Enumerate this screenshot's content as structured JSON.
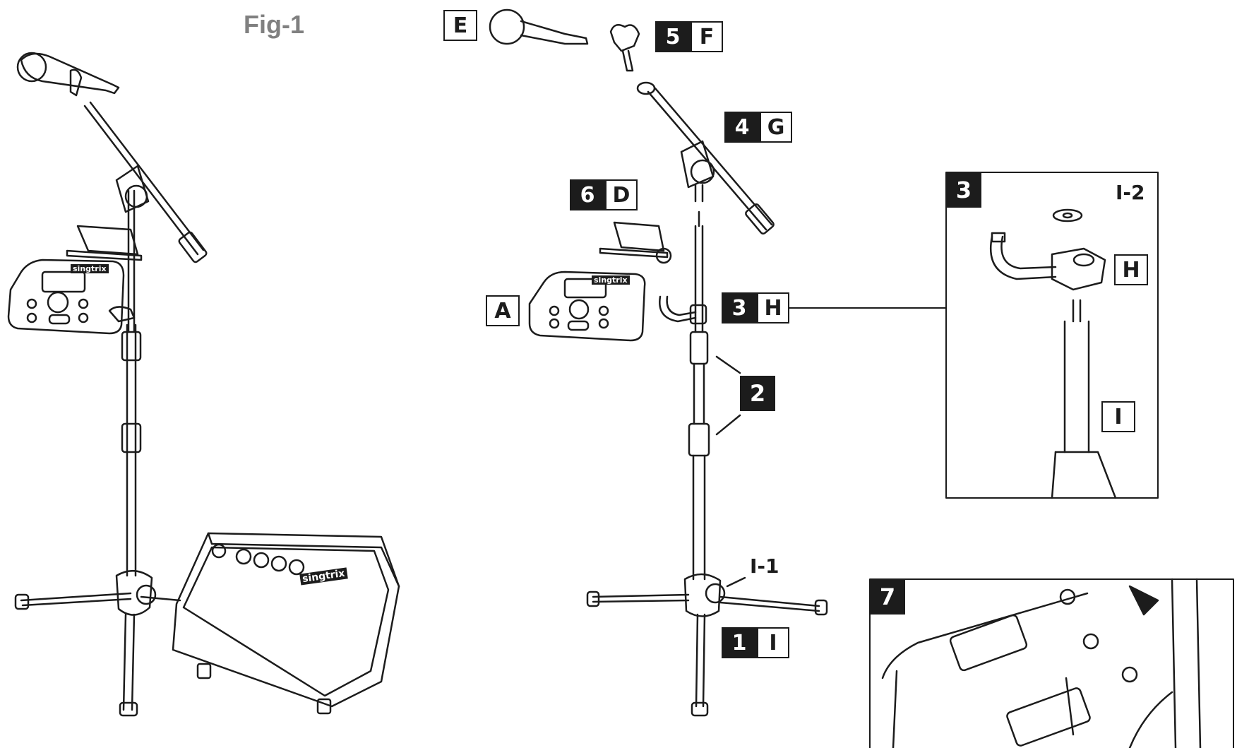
{
  "figure": {
    "title": "Fig-1"
  },
  "parts": {
    "E": "E",
    "F_num": "5",
    "F": "F",
    "G_num": "4",
    "G": "G",
    "D_num": "6",
    "D": "D",
    "A": "A",
    "H_num": "3",
    "H": "H",
    "step2": "2",
    "I1": "I-1",
    "I_num": "1",
    "I": "I"
  },
  "detail3": {
    "number": "3",
    "washer": "I-2",
    "clamp": "H",
    "pole": "I"
  },
  "detail7": {
    "number": "7"
  },
  "brand": {
    "name": "singtrix"
  }
}
